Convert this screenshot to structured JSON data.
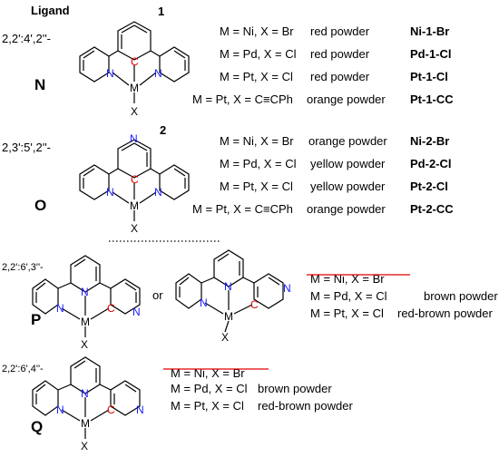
{
  "header": {
    "ligand_label": "Ligand"
  },
  "colors": {
    "green": "#27c727",
    "red": "#e00000",
    "blue": "#1a1aff",
    "black": "#000000"
  },
  "atoms": {
    "N": "N",
    "C": "C",
    "M": "M",
    "X": "X"
  },
  "connector": "or",
  "groups": {
    "N": {
      "letter": "N",
      "topology": "2,2':4',2''-",
      "number": "1",
      "rows": [
        {
          "formula": "M = Ni, X = Br",
          "desc": "red powder",
          "desc_color": "green",
          "code": "Ni-1-Br"
        },
        {
          "formula": "M = Pd, X = Cl",
          "desc": "red powder",
          "desc_color": "red",
          "code": "Pd-1-Cl"
        },
        {
          "formula": "M = Pt, X = Cl",
          "desc": "red powder",
          "desc_color": "red",
          "code": "Pt-1-Cl"
        },
        {
          "formula": "M = Pt, X = C≡CPh",
          "desc": "orange powder",
          "desc_color": "green",
          "code": "Pt-1-CC"
        }
      ]
    },
    "O": {
      "letter": "O",
      "topology": "2,3':5',2''-",
      "number": "2",
      "rows": [
        {
          "formula": "M = Ni, X = Br",
          "desc": "orange powder",
          "desc_color": "green",
          "code": "Ni-2-Br"
        },
        {
          "formula": "M = Pd, X = Cl",
          "desc": "yellow powder",
          "desc_color": "red",
          "code": "Pd-2-Cl"
        },
        {
          "formula": "M = Pt, X = Cl",
          "desc": "yellow powder",
          "desc_color": "red",
          "code": "Pt-2-Cl"
        },
        {
          "formula": "M = Pt, X = C≡CPh",
          "desc": "orange powder",
          "desc_color": "green",
          "code": "Pt-2-CC"
        }
      ]
    },
    "P": {
      "letter": "P",
      "topology": "2,2':6',3''-",
      "rows": [
        {
          "formula": "M = Ni, X = Br",
          "desc": "",
          "struck": true
        },
        {
          "formula": "M = Pd, X = Cl",
          "desc": "brown powder",
          "desc_color": "red"
        },
        {
          "formula": "M = Pt, X = Cl",
          "desc": "red-brown powder",
          "desc_color": "red"
        }
      ]
    },
    "Q": {
      "letter": "Q",
      "topology": "2,2':6',4''-",
      "rows": [
        {
          "formula": "M = Ni, X = Br",
          "desc": "",
          "struck": true
        },
        {
          "formula": "M = Pd, X = Cl",
          "desc": "brown powder",
          "desc_color": "red"
        },
        {
          "formula": "M = Pt, X = Cl",
          "desc": "red-brown powder",
          "desc_color": "red"
        }
      ]
    }
  }
}
